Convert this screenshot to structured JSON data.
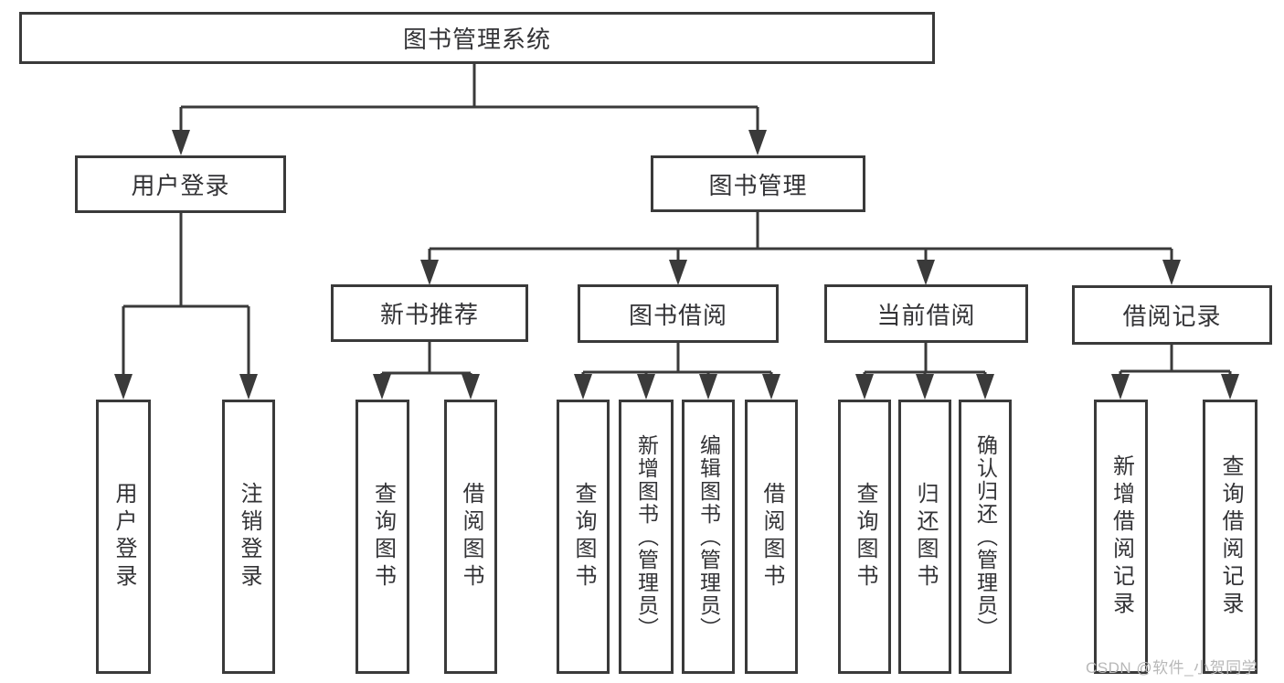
{
  "diagram": {
    "line_color": "#3a3a3a",
    "text_color": "#333336",
    "background": "#ffffff"
  },
  "tree": {
    "root": {
      "label": "图书管理系统"
    },
    "branches": [
      {
        "label": "用户登录",
        "leaves": [
          {
            "label": "用户登录"
          },
          {
            "label": "注销登录"
          }
        ]
      },
      {
        "label": "图书管理",
        "children": [
          {
            "label": "新书推荐",
            "leaves": [
              {
                "label": "查询图书"
              },
              {
                "label": "借阅图书"
              }
            ]
          },
          {
            "label": "图书借阅",
            "leaves": [
              {
                "label": "查询图书"
              },
              {
                "label": "新增图书（管理员）"
              },
              {
                "label": "编辑图书（管理员）"
              },
              {
                "label": "借阅图书"
              }
            ]
          },
          {
            "label": "当前借阅",
            "leaves": [
              {
                "label": "查询图书"
              },
              {
                "label": "归还图书"
              },
              {
                "label": "确认归还（管理员）"
              }
            ]
          },
          {
            "label": "借阅记录",
            "leaves": [
              {
                "label": "新增借阅记录"
              },
              {
                "label": "查询借阅记录"
              }
            ]
          }
        ]
      }
    ]
  },
  "watermark": {
    "text": "CSDN @软件_小贺同学"
  }
}
